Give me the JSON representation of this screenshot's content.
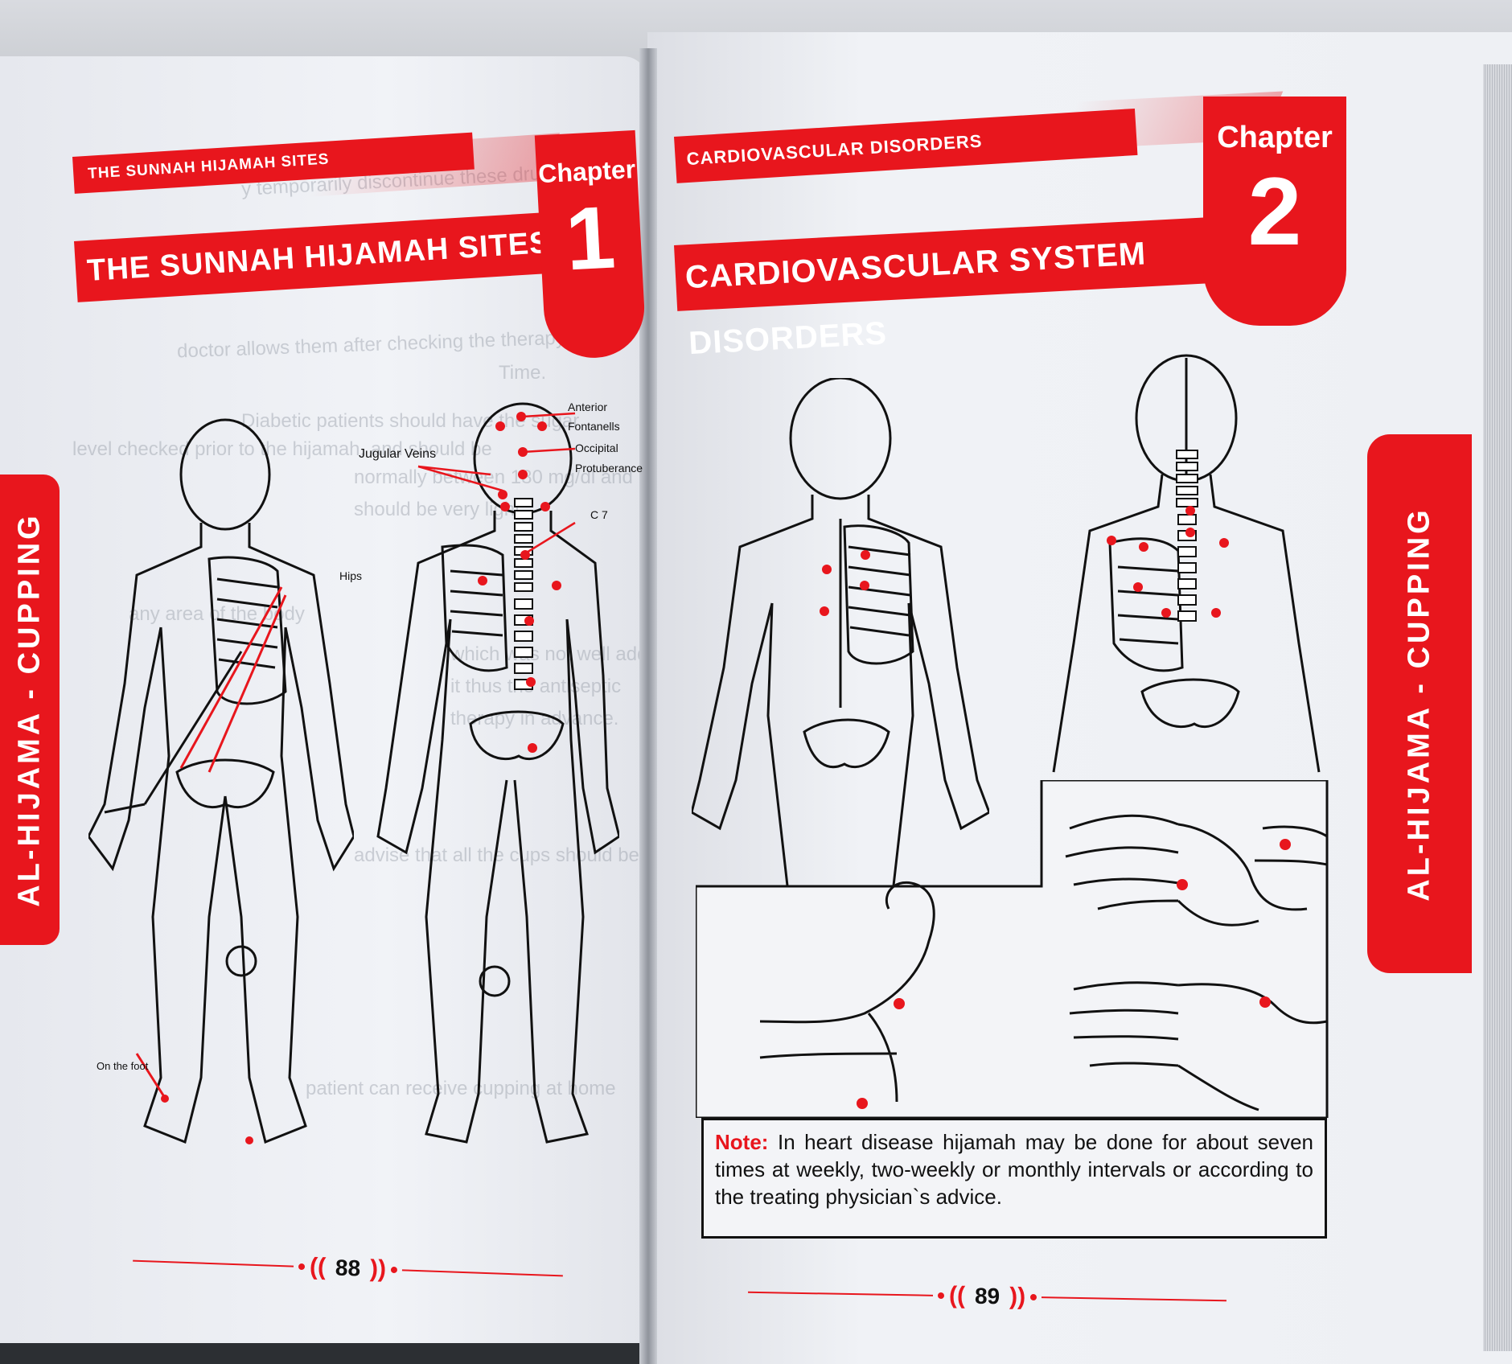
{
  "left_page": {
    "section_label": "THE SUNNAH HIJAMAH SITES",
    "chapter_word": "Chapter",
    "chapter_number": "1",
    "title": "THE SUNNAH HIJAMAH SITES",
    "side_tab": "AL-HIJAMA - CUPPING",
    "page_number": "88",
    "labels": {
      "anterior": "Anterior",
      "fontanells": "Fontanells",
      "occipital": "Occipital",
      "protuberance": "Protuberance",
      "jugular": "Jugular Veins",
      "c7": "C 7",
      "hips": "Hips",
      "foot": "On the foot"
    },
    "ghost_lines": [
      "y temporarily discontinue these drugs for a",
      "doctor allows them after checking the therapy.",
      "Time.",
      "Diabetic patients should have the sugar",
      "level checked prior to the hijamah, and should be",
      "normally between 180 mg/dl and",
      "should be very light",
      "any area of the body",
      "which was not well added",
      "it thus the antiseptic",
      "therapy in advance.",
      "advise that all the cups should be used",
      "patient can receive cupping at home"
    ]
  },
  "right_page": {
    "section_label": "CARDIOVASCULAR DISORDERS",
    "chapter_word": "Chapter",
    "chapter_number": "2",
    "title": "CARDIOVASCULAR SYSTEM DISORDERS",
    "side_tab": "AL-HIJAMA - CUPPING",
    "page_number": "89",
    "note_label": "Note:",
    "note_text": "In heart disease hijamah may be done for about seven times at weekly, two-weekly or monthly intervals or according to the treating physician`s advice."
  },
  "colors": {
    "accent_red": "#e8161d",
    "page": "#eef0f5",
    "ink": "#111111"
  }
}
